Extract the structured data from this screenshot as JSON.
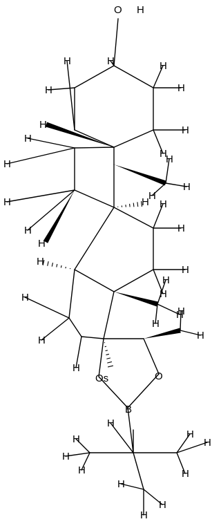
{
  "molecule": {
    "atoms": {
      "hydroxyl_o": "O",
      "hydroxyl_h": "H",
      "ring_o_right": "O",
      "ring_o_left": "O",
      "boron": "B",
      "hydrogen": "H"
    },
    "overlap_text": "Os"
  }
}
